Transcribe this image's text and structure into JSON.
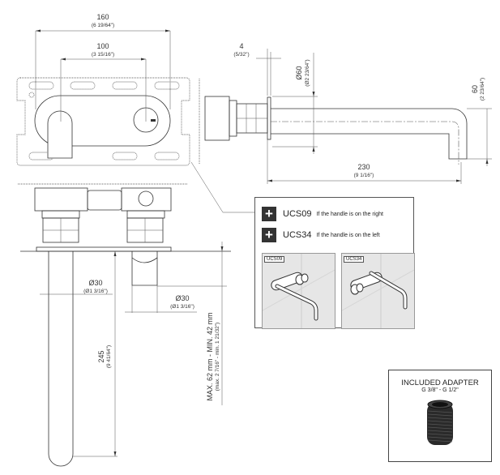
{
  "title": "Wall-mounted basin mixer technical drawing",
  "dimensions": {
    "width_160": {
      "mm": "160",
      "inch": "(6 19/64\")"
    },
    "width_100": {
      "mm": "100",
      "inch": "(3 15/16\")"
    },
    "plate_4": {
      "mm": "4",
      "inch": "(5/32\")"
    },
    "diam_60": {
      "mm": "Ø60",
      "inch": "(Ø2 23/64\")"
    },
    "height_60": {
      "mm": "60",
      "inch": "(2 23/64\")"
    },
    "spout_230": {
      "mm": "230",
      "inch": "(9 1/16\")"
    },
    "diam_30_spout": {
      "mm": "Ø30",
      "inch": "(Ø1 3/16\")"
    },
    "diam_30_handle": {
      "mm": "Ø30",
      "inch": "(Ø1 3/16\")"
    },
    "spout_245": {
      "mm": "245",
      "inch": "(9 41/64\")"
    },
    "wall_depth": {
      "mm": "MAX. 62 mm - MIN. 42 mm",
      "inch": "(max. 2 7/16\" - min. 1 21/32\")"
    }
  },
  "options": [
    {
      "code": "UCS09",
      "description": "If the handle is on the right"
    },
    {
      "code": "UCS34",
      "description": "If the handle is on the left"
    }
  ],
  "thumbnails": [
    {
      "label": "UCS09"
    },
    {
      "label": "UCS34"
    }
  ],
  "adapter": {
    "title": "INCLUDED ADAPTER",
    "subtitle": "G 3/8\" - G 1/2\""
  }
}
